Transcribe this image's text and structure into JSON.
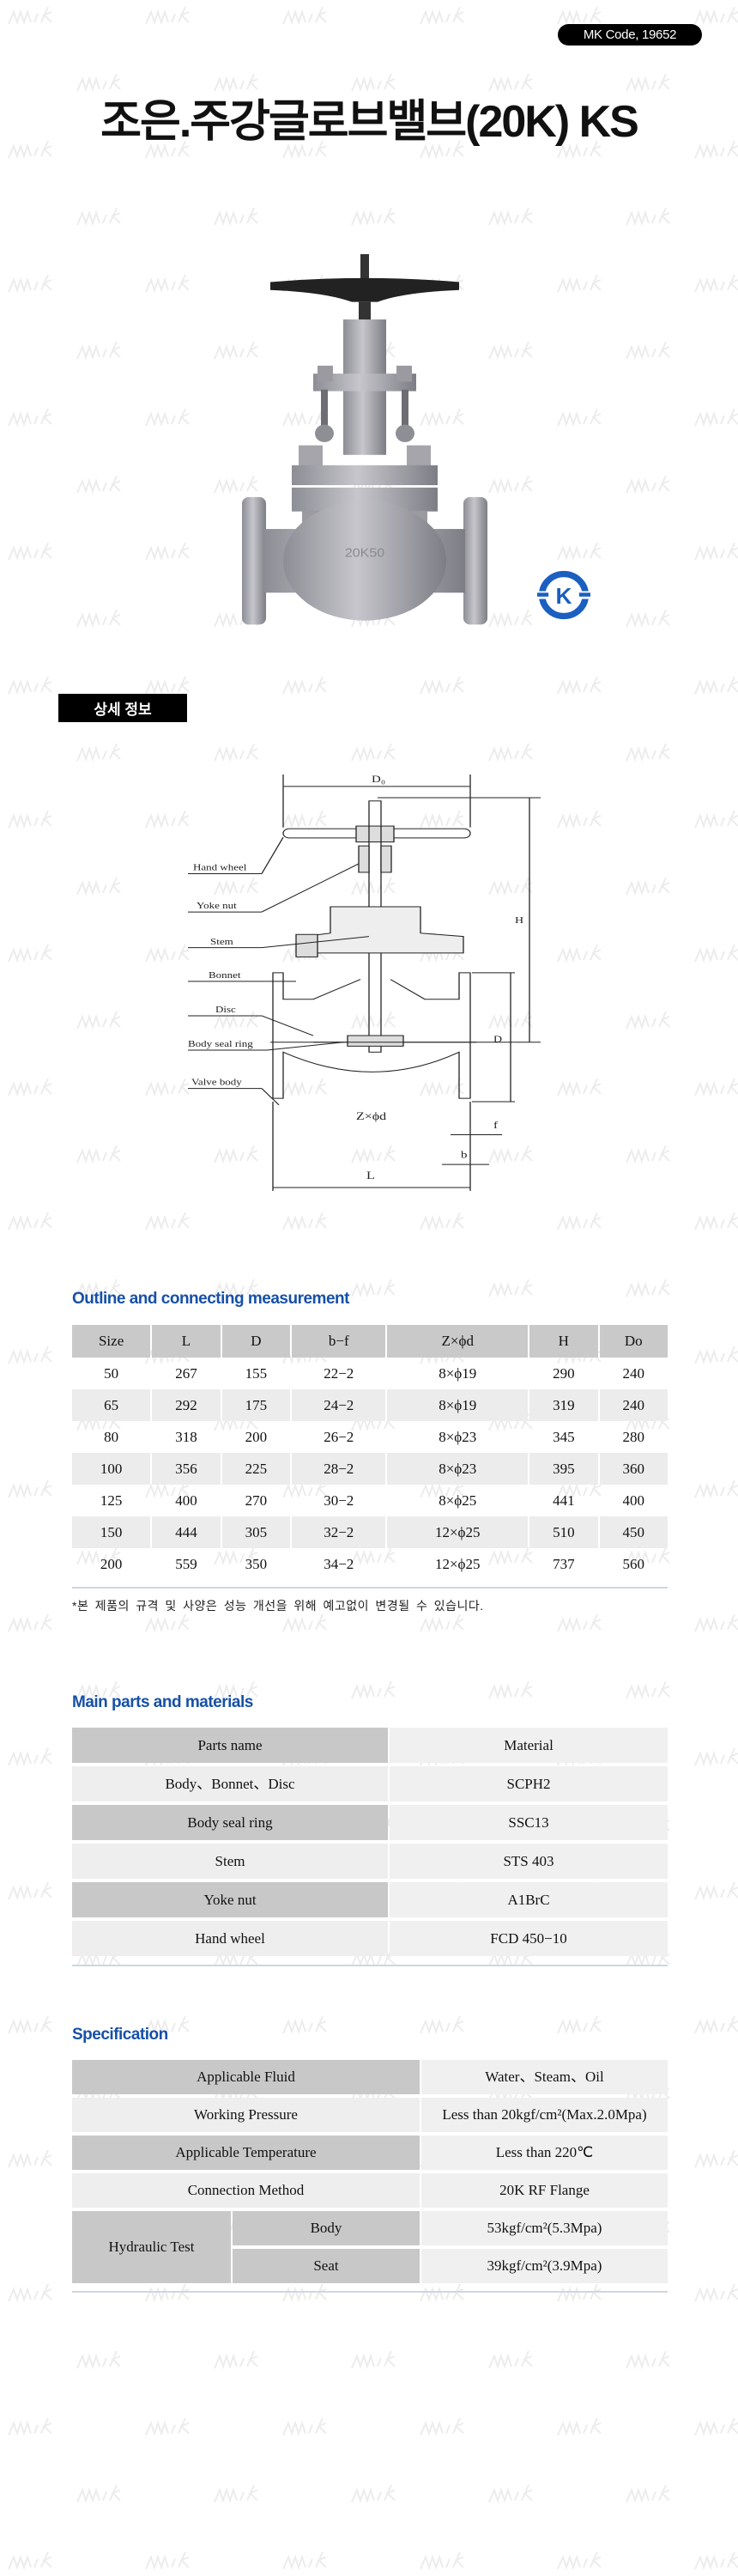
{
  "watermark": "mk",
  "header": {
    "code": "MK Code, 19652",
    "title": "조은.주강글로브밸브(20K) KS"
  },
  "product_image": {
    "body_marking": "20K50",
    "certification_logo": "K"
  },
  "detail_section_label": "상세 정보",
  "diagram": {
    "labels": [
      "Hand wheel",
      "Yoke nut",
      "Stem",
      "Bonnet",
      "Disc",
      "Body seal ring",
      "Valve body"
    ],
    "dims": {
      "do": "D₀",
      "h": "H",
      "d": "D",
      "zd": "Z×ϕd",
      "f": "f",
      "b": "b",
      "l": "L"
    }
  },
  "outline": {
    "heading": "Outline and connecting measurement",
    "columns": [
      "Size",
      "L",
      "D",
      "b−f",
      "Z×ϕd",
      "H",
      "Do"
    ],
    "rows": [
      [
        "50",
        "267",
        "155",
        "22−2",
        "8×ϕ19",
        "290",
        "240"
      ],
      [
        "65",
        "292",
        "175",
        "24−2",
        "8×ϕ19",
        "319",
        "240"
      ],
      [
        "80",
        "318",
        "200",
        "26−2",
        "8×ϕ23",
        "345",
        "280"
      ],
      [
        "100",
        "356",
        "225",
        "28−2",
        "8×ϕ23",
        "395",
        "360"
      ],
      [
        "125",
        "400",
        "270",
        "30−2",
        "8×ϕ25",
        "441",
        "400"
      ],
      [
        "150",
        "444",
        "305",
        "32−2",
        "12×ϕ25",
        "510",
        "450"
      ],
      [
        "200",
        "559",
        "350",
        "34−2",
        "12×ϕ25",
        "737",
        "560"
      ]
    ],
    "note": "*본 제품의 규격 및 사양은 성능 개선을 위해 예고없이 변경될 수 있습니다."
  },
  "parts": {
    "heading": "Main parts and materials",
    "columns": [
      "Parts name",
      "Material"
    ],
    "rows": [
      [
        "Body、Bonnet、Disc",
        "SCPH2"
      ],
      [
        "Body seal ring",
        "SSC13"
      ],
      [
        "Stem",
        "STS 403"
      ],
      [
        "Yoke nut",
        "A1BrC"
      ],
      [
        "Hand wheel",
        "FCD 450−10"
      ]
    ]
  },
  "spec": {
    "heading": "Specification",
    "rows": [
      [
        "Applicable Fluid",
        "Water、Steam、Oil"
      ],
      [
        "Working Pressure",
        "Less than 20kgf/cm²(Max.2.0Mpa)"
      ],
      [
        "Applicable Temperature",
        "Less than 220℃"
      ],
      [
        "Connection Method",
        "20K RF Flange"
      ]
    ],
    "hydraulic": {
      "label": "Hydraulic Test",
      "body_label": "Body",
      "body_value": "53kgf/cm²(5.3Mpa)",
      "seat_label": "Seat",
      "seat_value": "39kgf/cm²(3.9Mpa)"
    }
  }
}
